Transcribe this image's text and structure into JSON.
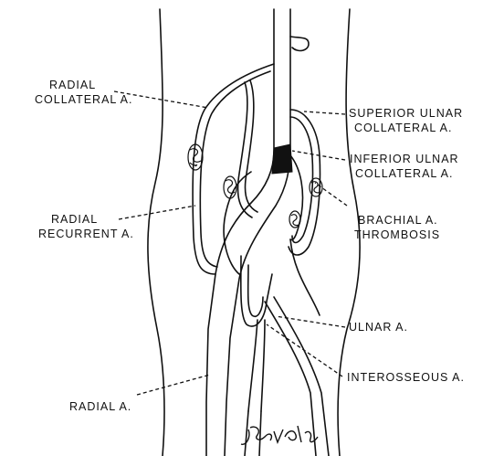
{
  "labels": {
    "radial_collateral": [
      "RADIAL",
      "COLLATERAL A."
    ],
    "radial_recurrent": [
      "RADIAL",
      "RECURRENT A."
    ],
    "radial": "RADIAL A.",
    "superior_ulnar_collateral": [
      "SUPERIOR ULNAR",
      "COLLATERAL A."
    ],
    "inferior_ulnar_collateral": [
      "INFERIOR ULNAR",
      "COLLATERAL A."
    ],
    "brachial_thrombosis": [
      "BRACHIAL A.",
      "THROMBOSIS"
    ],
    "ulnar": "ULNAR A.",
    "interosseous": "INTEROSSEOUS A."
  },
  "signature": "Joy Folio"
}
